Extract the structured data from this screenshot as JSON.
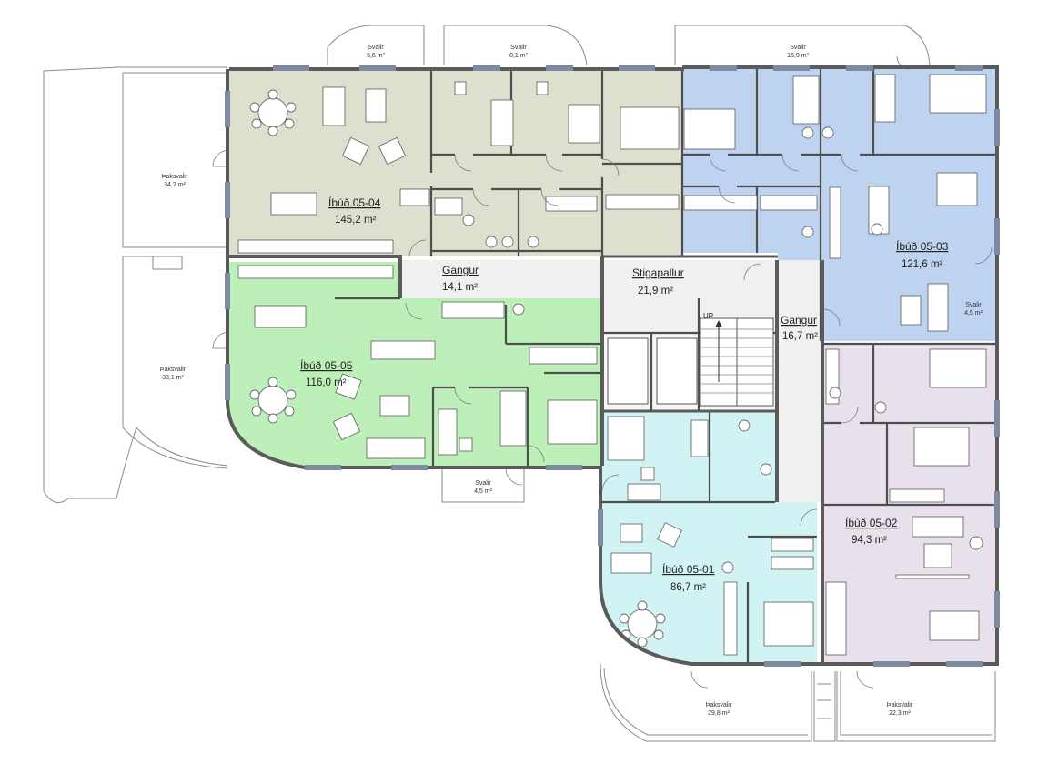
{
  "units": [
    {
      "id": "u0504",
      "name": "Íbúð 05-04",
      "area": "145,2 m²",
      "color": "#dedfcf"
    },
    {
      "id": "u0505",
      "name": "Íbúð 05-05",
      "area": "116,0 m²",
      "color": "#bdf0b8"
    },
    {
      "id": "u0503",
      "name": "Íbúð 05-03",
      "area": "121,6 m²",
      "color": "#bdd3ef"
    },
    {
      "id": "u0502",
      "name": "Íbúð 05-02",
      "area": "94,3 m²",
      "color": "#e8e1ec"
    },
    {
      "id": "u0501",
      "name": "Íbúð 05-01",
      "area": "86,7 m²",
      "color": "#d2f3f3"
    }
  ],
  "common": [
    {
      "id": "gangur1",
      "name": "Gangur",
      "area": "14,1 m²"
    },
    {
      "id": "stigapallur",
      "name": "Stigapallur",
      "area": "21,9 m²"
    },
    {
      "id": "gangur2",
      "name": "Gangur",
      "area": "16,7 m²"
    }
  ],
  "stair_label": "UP",
  "balconies": [
    {
      "id": "svalir1",
      "name": "Svalir",
      "area": "5,6 m²"
    },
    {
      "id": "svalir2",
      "name": "Svalir",
      "area": "8,1 m²"
    },
    {
      "id": "svalir3",
      "name": "Svalir",
      "area": "15,9 m²"
    },
    {
      "id": "svalir4",
      "name": "Svalir",
      "area": "4,5 m²"
    },
    {
      "id": "svalir5",
      "name": "Svalir",
      "area": "4,5 m²"
    }
  ],
  "terraces": [
    {
      "id": "thak1",
      "name": "Þaksvalir",
      "area": "34,2 m²"
    },
    {
      "id": "thak2",
      "name": "Þaksvalir",
      "area": "38,1 m²"
    },
    {
      "id": "thak3",
      "name": "Þaksvalir",
      "area": "29,8 m²"
    },
    {
      "id": "thak4",
      "name": "Þaksvalir",
      "area": "22,3 m²"
    }
  ],
  "colors": {
    "wall": "#5b5b5b",
    "corridor": "#f0f0f0"
  }
}
